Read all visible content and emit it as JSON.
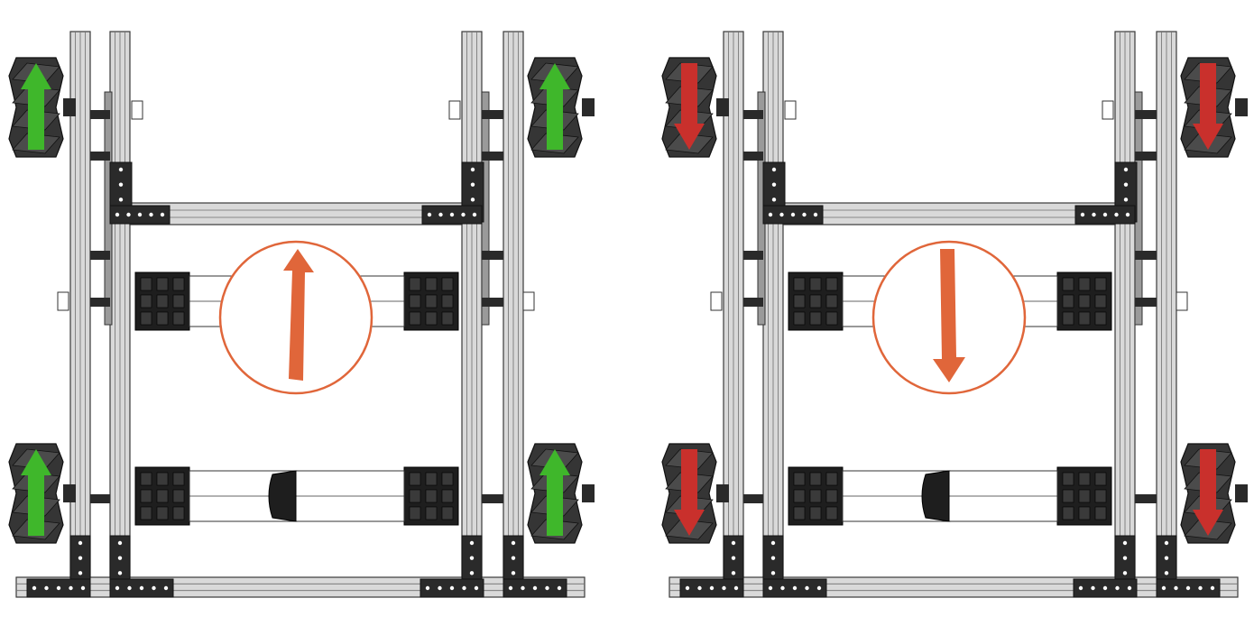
{
  "diagram": {
    "panels": [
      {
        "id": "forward",
        "direction": "up",
        "wheel_arrow_color": "#3fb72b",
        "center_arrow_color": "#e0663a"
      },
      {
        "id": "reverse",
        "direction": "down",
        "wheel_arrow_color": "#c9302c",
        "center_arrow_color": "#e0663a"
      }
    ],
    "colors": {
      "frame_fill": "#d9d9d9",
      "frame_stroke": "#3a3a3a",
      "bracket_fill": "#2a2a2a",
      "wheel_fill": "#353535",
      "roller_fill": "#4b4b4b",
      "motor_fill": "#ffffff",
      "circle_stroke": "#e0663a"
    },
    "icons": [
      "mecanum-wheel-icon",
      "motor-icon",
      "arrow-up-icon",
      "arrow-down-icon"
    ]
  }
}
